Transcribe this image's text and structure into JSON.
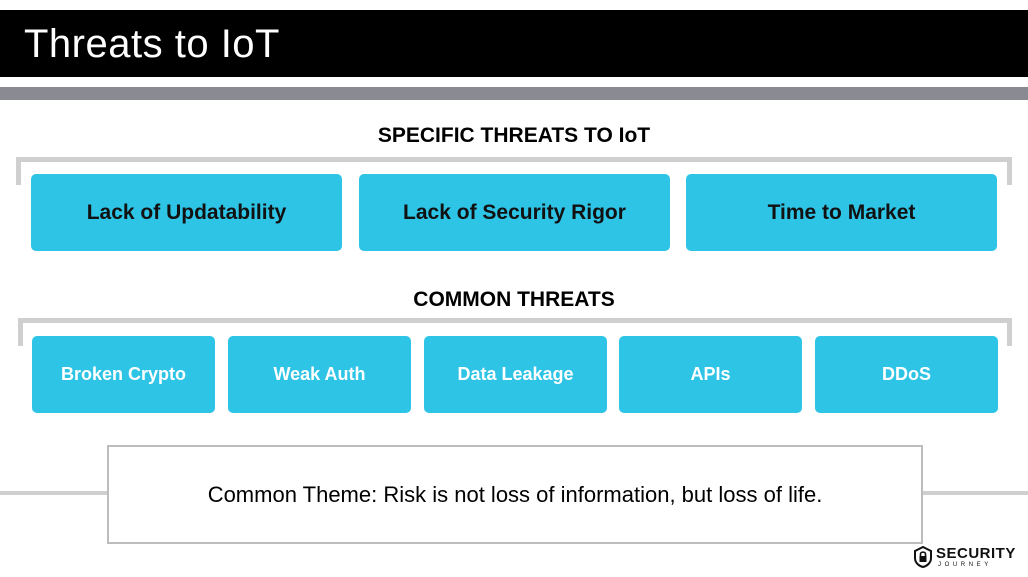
{
  "slide": {
    "title": "Threats to IoT",
    "specific_heading": "SPECIFIC THREATS TO IoT",
    "specific_threats": [
      "Lack of Updatability",
      "Lack of Security Rigor",
      "Time to Market"
    ],
    "common_heading": "COMMON THREATS",
    "common_threats": [
      "Broken Crypto",
      "Weak Auth",
      "Data Leakage",
      "APIs",
      "DDoS"
    ],
    "theme": "Common Theme: Risk is not loss of information, but loss of life."
  },
  "logo": {
    "word": "SECURITY",
    "sub": "JOURNEY",
    "icon": "shield-lock-icon"
  },
  "colors": {
    "title_bar": "#000000",
    "band": "#8a8a92",
    "card": "#2ec4e6",
    "bracket": "#cfcfcf"
  }
}
